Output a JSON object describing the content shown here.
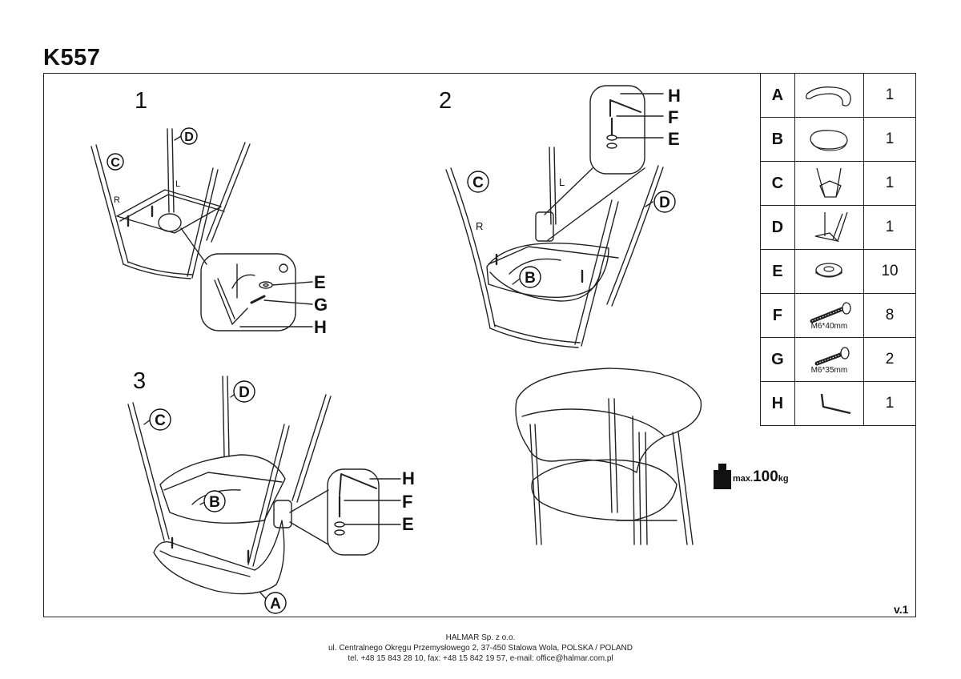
{
  "document": {
    "model": "K557",
    "version": "v.1"
  },
  "steps": [
    {
      "number": "1",
      "callouts": [
        "C",
        "D",
        "R",
        "L",
        "E",
        "G",
        "H"
      ]
    },
    {
      "number": "2",
      "callouts": [
        "C",
        "D",
        "B",
        "R",
        "L",
        "H",
        "F",
        "E"
      ]
    },
    {
      "number": "3",
      "callouts": [
        "C",
        "D",
        "B",
        "A",
        "H",
        "F",
        "E"
      ]
    }
  ],
  "parts": [
    {
      "letter": "A",
      "icon": "backrest-icon",
      "size": "",
      "qty": "1"
    },
    {
      "letter": "B",
      "icon": "seat-cushion-icon",
      "size": "",
      "qty": "1"
    },
    {
      "letter": "C",
      "icon": "right-frame-icon",
      "size": "",
      "qty": "1"
    },
    {
      "letter": "D",
      "icon": "left-frame-icon",
      "size": "",
      "qty": "1"
    },
    {
      "letter": "E",
      "icon": "washer-icon",
      "size": "",
      "qty": "10"
    },
    {
      "letter": "F",
      "icon": "bolt-long-icon",
      "size": "M6*40mm",
      "qty": "8"
    },
    {
      "letter": "G",
      "icon": "bolt-short-icon",
      "size": "M6*35mm",
      "qty": "2"
    },
    {
      "letter": "H",
      "icon": "allen-key-icon",
      "size": "",
      "qty": "1"
    }
  ],
  "weight": {
    "prefix": "max.",
    "value": "100",
    "unit": "kg"
  },
  "footer": {
    "company": "HALMAR Sp. z o.o.",
    "address": "ul. Centralnego Okręgu Przemysłowego 2, 37-450 Stalowa Wola, POLSKA / POLAND",
    "contact": "tel. +48 15 843 28 10, fax: +48 15 842 19 57, e-mail: office@halmar.com.pl"
  },
  "colors": {
    "ink": "#111111",
    "line": "#222222",
    "fill": "#ffffff"
  }
}
